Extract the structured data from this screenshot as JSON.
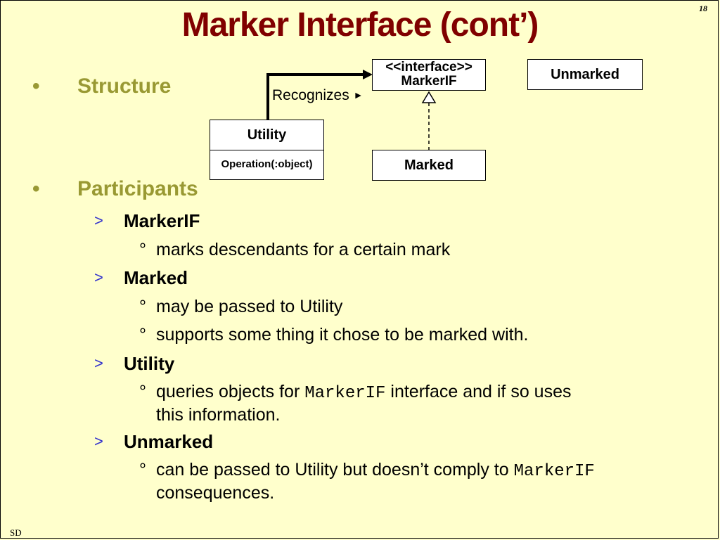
{
  "page_number": "18",
  "title": "Marker Interface (cont’)",
  "bullets": {
    "structure": "Structure",
    "participants": "Participants",
    "dot": "•"
  },
  "diagram": {
    "interface_stereotype": "<<interface>>",
    "interface_name": "MarkerIF",
    "unmarked": "Unmarked",
    "utility": "Utility",
    "utility_operation": "Operation(:object)",
    "marked": "Marked",
    "recognizes": "Recognizes",
    "recognizes_arrow": "►"
  },
  "participants": [
    {
      "name": "MarkerIF",
      "items": [
        {
          "text": "marks descendants for a certain mark"
        }
      ]
    },
    {
      "name": "Marked",
      "items": [
        {
          "text": "may be passed to Utility"
        },
        {
          "text": "supports some thing it chose to be marked with."
        }
      ]
    },
    {
      "name": "Utility",
      "items": [
        {
          "pre": "queries objects for ",
          "code": "MarkerIF",
          "post": " interface and if so uses",
          "line2": "this information."
        }
      ]
    },
    {
      "name": "Unmarked",
      "items": [
        {
          "pre": "can be passed to Utility but doesn’t comply to ",
          "code": "MarkerIF",
          "line2": "consequences."
        }
      ]
    }
  ],
  "markers": {
    "sub": ">",
    "item": "°"
  },
  "footer": "SD"
}
